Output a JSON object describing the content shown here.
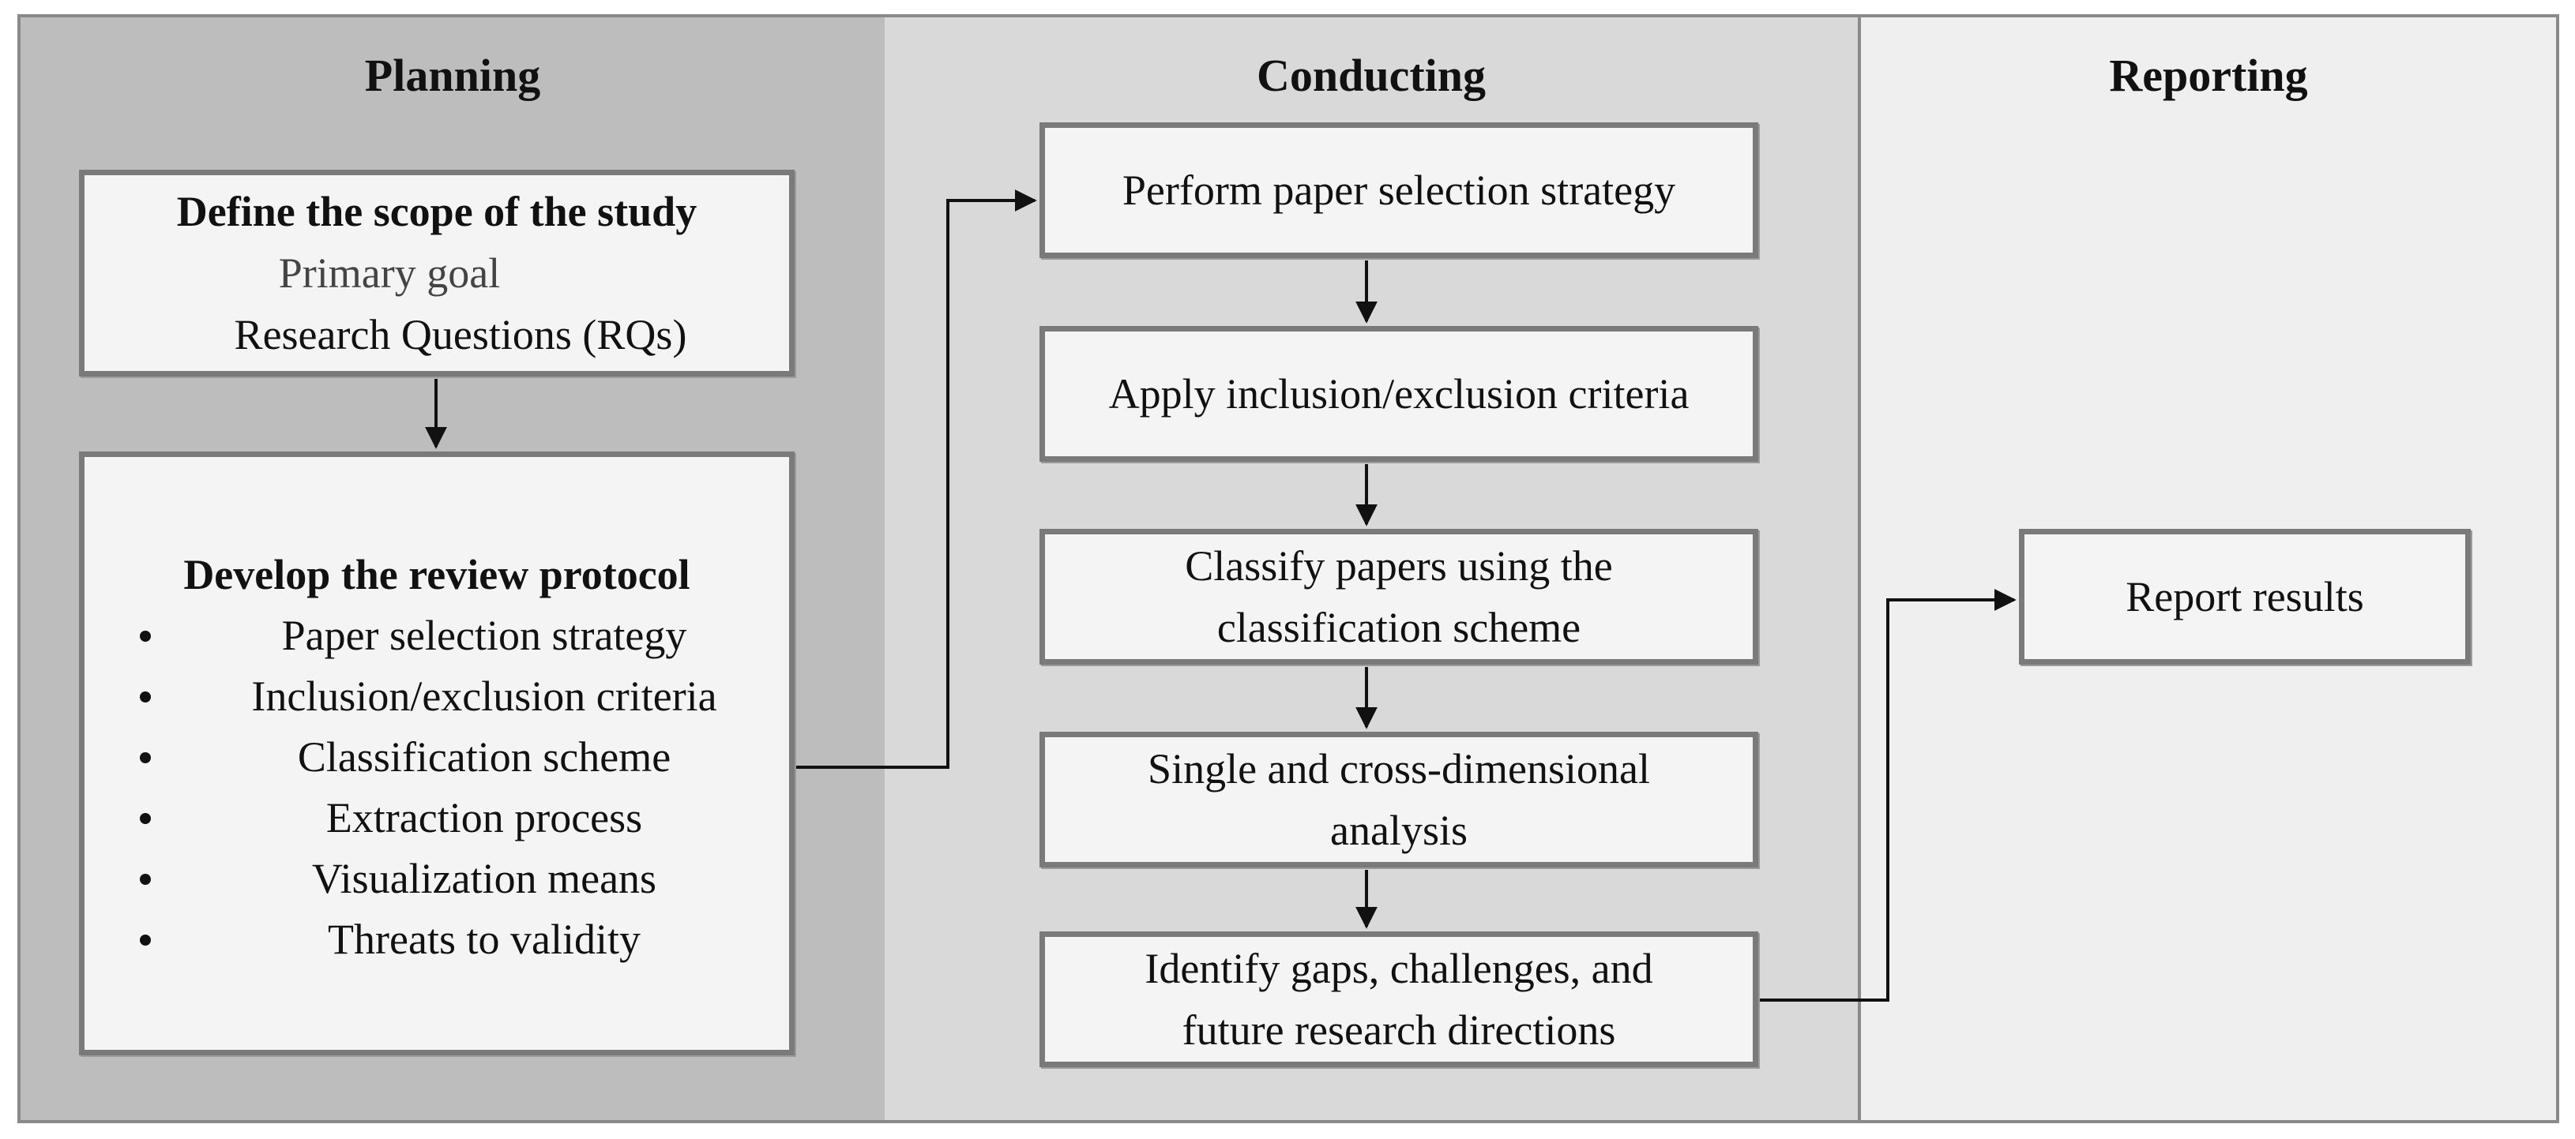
{
  "columns": {
    "planning": "Planning",
    "conducting": "Conducting",
    "reporting": "Reporting"
  },
  "planning": {
    "scope": {
      "title": "Define the scope of the study",
      "line1": "Primary goal",
      "line2": "Research Questions (RQs)"
    },
    "protocol": {
      "title": "Develop the review protocol",
      "items": [
        "Paper selection strategy",
        "Inclusion/exclusion criteria",
        "Classification scheme",
        "Extraction process",
        "Visualization means",
        "Threats to validity"
      ]
    }
  },
  "conducting": {
    "steps": [
      [
        "Perform paper selection strategy"
      ],
      [
        "Apply inclusion/exclusion criteria"
      ],
      [
        "Classify papers using the",
        "classification scheme"
      ],
      [
        "Single and cross-dimensional",
        "analysis"
      ],
      [
        "Identify gaps, challenges, and",
        "future research directions"
      ]
    ]
  },
  "reporting": {
    "result": "Report results"
  }
}
